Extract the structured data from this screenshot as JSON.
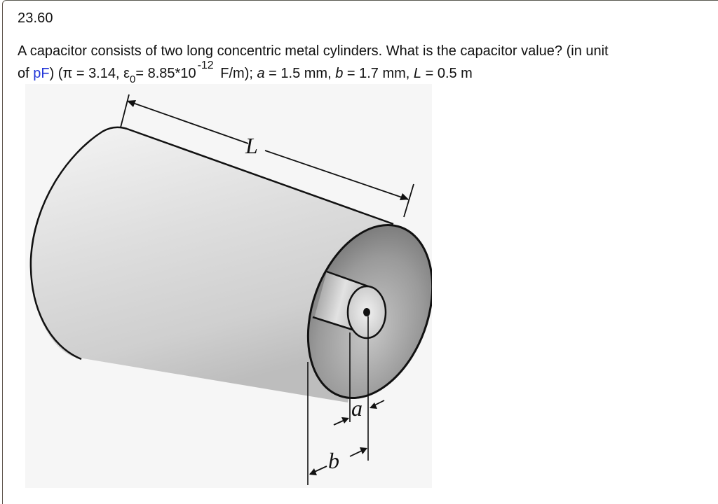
{
  "problem": {
    "number": "23.60",
    "line1": "A capacitor consists of two long concentric metal cylinders. What is the capacitor value? (in unit",
    "line2_prefix": "of ",
    "unit_link": "pF",
    "line2_pi": ") (π = 3.14, ε",
    "epsilon_sub": "0",
    "epsilon_value": "= 8.85*10",
    "exponent": "-12",
    "units_after": " F/m); ",
    "var_a": "a",
    "val_a": " = 1.5 mm, ",
    "var_b": "b",
    "val_b": " = 1.7 mm, ",
    "var_L": "L",
    "val_L": " = 0.5 m"
  },
  "figure": {
    "description": "Two long concentric metal cylinders (coaxial capacitor)",
    "labels": {
      "length": "L",
      "inner_radius": "a",
      "outer_radius": "b"
    },
    "colors": {
      "background": "#f6f6f6",
      "outline": "#111111",
      "surface_light": "#eeeeee",
      "surface_dark": "#8a8a8a"
    }
  }
}
